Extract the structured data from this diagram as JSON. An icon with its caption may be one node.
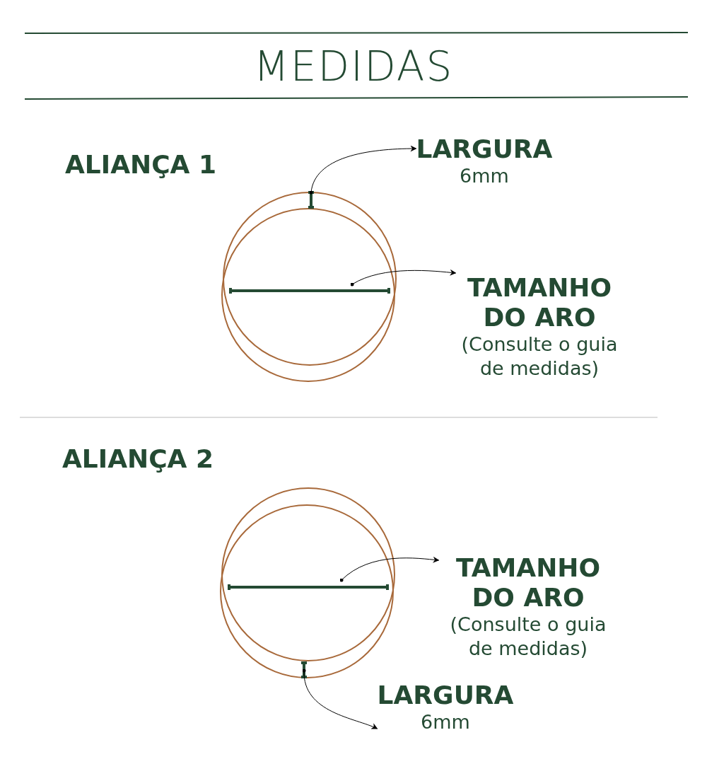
{
  "diagram": {
    "title": "MEDIDAS",
    "nodes": [
      {
        "text": [
          "LARGURA",
          "6mm"
        ]
      },
      {
        "text": [],
        "shape": "bar"
      },
      {
        "text": [
          "TAMANHO DO ARO",
          "(Consulte o guia de medidas)"
        ]
      },
      {
        "text": [],
        "shape": "bar"
      },
      {
        "text": [],
        "shape": "bar"
      },
      {
        "text": [
          "TAMANHO DO ARO",
          "(Consulte o guia de medidas)"
        ]
      },
      {
        "text": [],
        "shape": "bar"
      },
      {
        "text": [
          "LARGURA",
          "6mm"
        ]
      }
    ],
    "edges": [
      {
        "from": 1,
        "to": 0,
        "arrow": "to"
      },
      {
        "from": 3,
        "to": 2,
        "arrow": "to"
      },
      {
        "from": 4,
        "to": 5,
        "arrow": "to"
      },
      {
        "from": 6,
        "to": 7,
        "arrow": "to"
      }
    ],
    "labels": [
      "ALIANÇA 1",
      "ALIANÇA 2"
    ]
  }
}
